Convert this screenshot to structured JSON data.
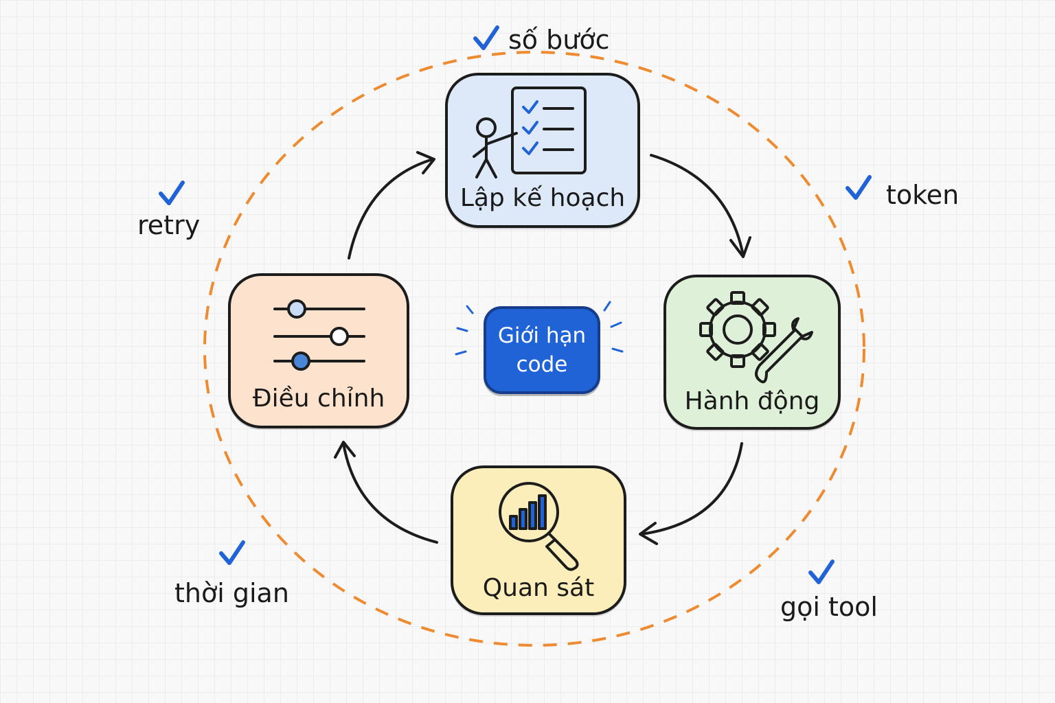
{
  "cycle": {
    "plan": {
      "label": "Lập kế hoạch"
    },
    "act": {
      "label": "Hành động"
    },
    "observe": {
      "label": "Quan sát"
    },
    "adjust": {
      "label": "Điều chỉnh"
    }
  },
  "center": {
    "line1": "Giới hạn",
    "line2": "code"
  },
  "limits": [
    {
      "label": "số bước"
    },
    {
      "label": "token"
    },
    {
      "label": "retry"
    },
    {
      "label": "thời gian"
    },
    {
      "label": "gọi tool"
    }
  ],
  "colors": {
    "ring": "#ee8a2f",
    "check": "#1f63d6",
    "plan_bg": "#dde9f8",
    "act_bg": "#dff0d8",
    "observe_bg": "#fbeebb",
    "adjust_bg": "#fde2cd",
    "center_bg": "#1f63d6"
  },
  "icons": {
    "plan": "presenter-checklist-icon",
    "act": "gear-wrench-icon",
    "observe": "magnifier-chart-icon",
    "adjust": "sliders-icon"
  }
}
